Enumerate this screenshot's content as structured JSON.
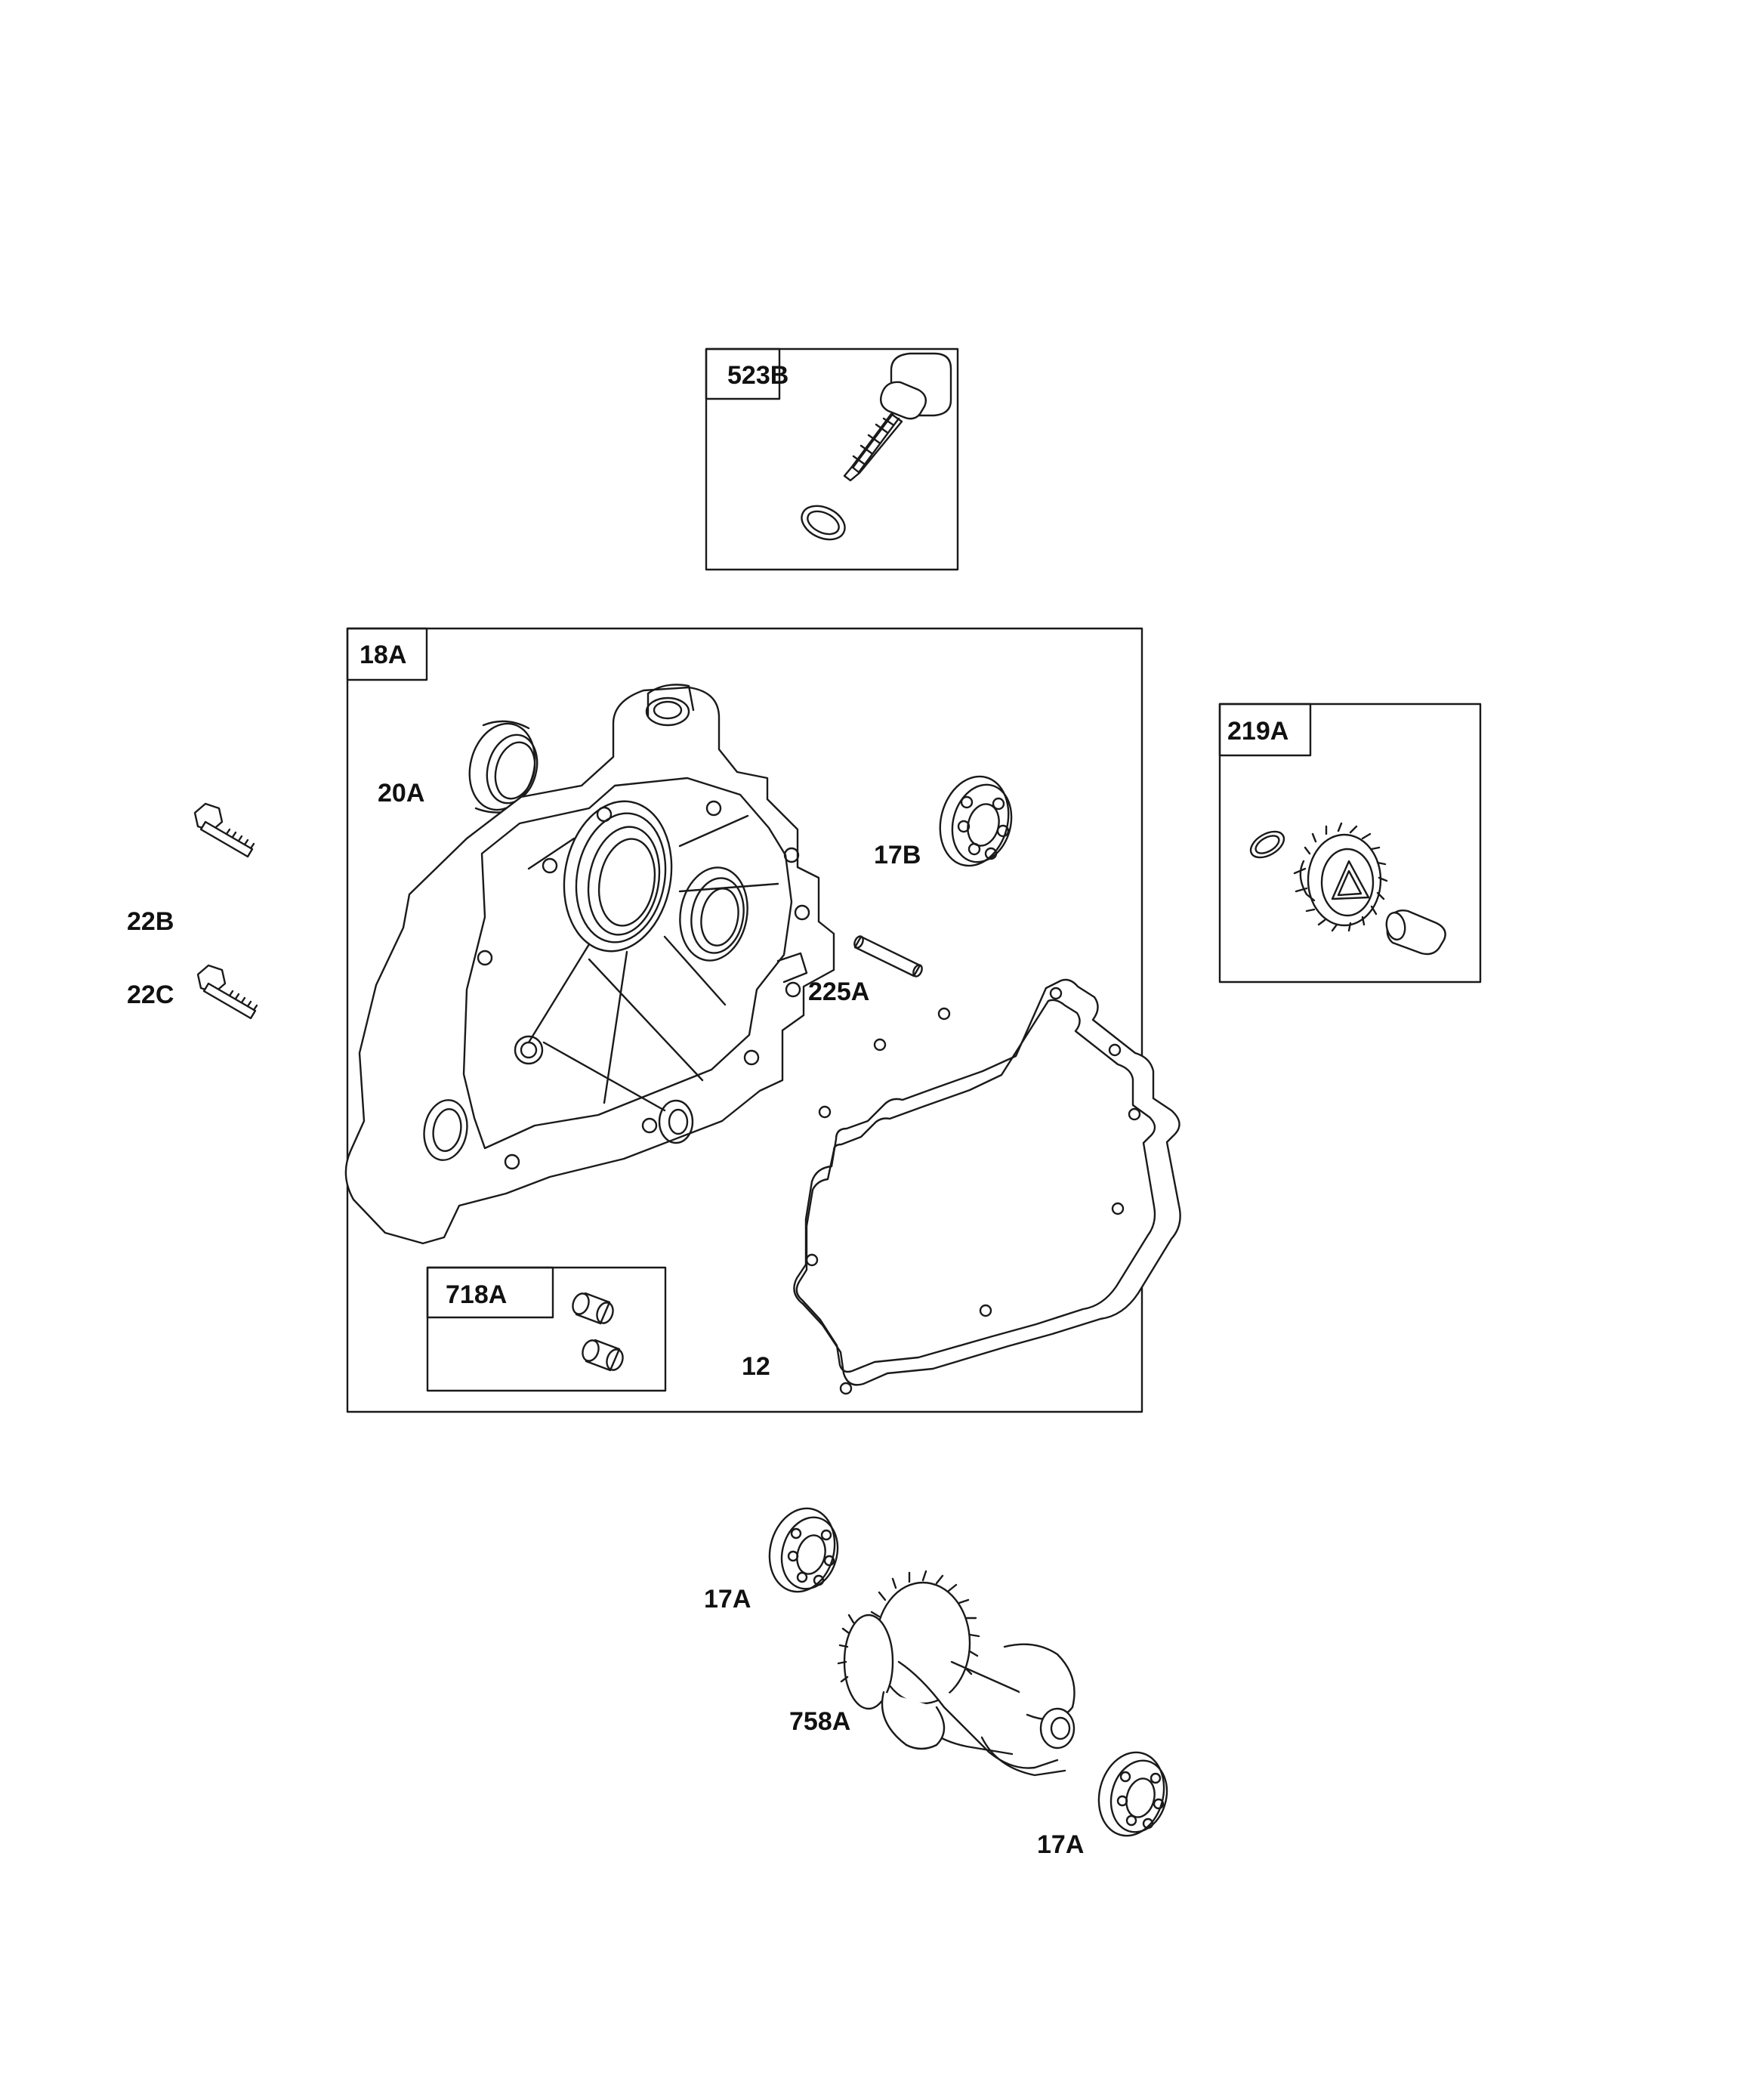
{
  "diagram": {
    "groups": {
      "g523B": "523B",
      "g18A": "18A",
      "g219A": "219A",
      "g718A": "718A"
    },
    "parts": {
      "p20A": "20A",
      "p17B": "17B",
      "p22B": "22B",
      "p22C": "22C",
      "p225A": "225A",
      "p12": "12",
      "p17A_top": "17A",
      "p758A": "758A",
      "p17A_bottom": "17A"
    },
    "colors": {
      "line": "#1a1a1a",
      "background": "#ffffff"
    }
  }
}
